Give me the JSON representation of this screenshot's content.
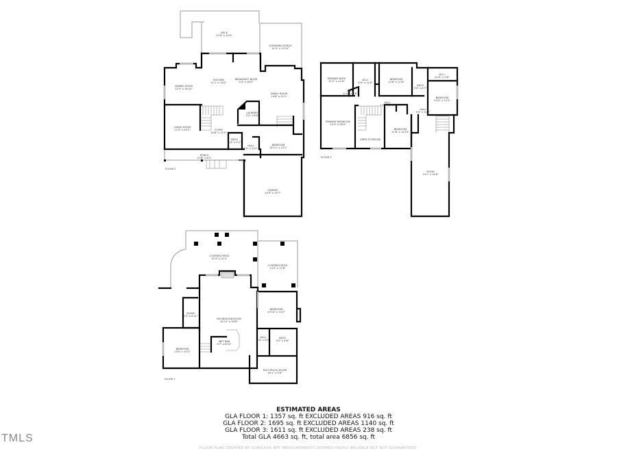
{
  "floor_plans": [
    {
      "floor_label": "FLOOR 2",
      "rooms": [
        {
          "name": "DECK",
          "dims": "27'8\" x 15'0\""
        },
        {
          "name": "SCREENED PORCH",
          "dims": "14'4\" x 15'10\""
        },
        {
          "name": "KITCHEN",
          "dims": "11'1\" x 16'2\""
        },
        {
          "name": "BREAKFAST NOOK",
          "dims": "9'4\" x 16'2\""
        },
        {
          "name": "DINING ROOM",
          "dims": "12'9\" x 14'10\""
        },
        {
          "name": "FAMILY ROOM",
          "dims": "14'8\" x 21'1\""
        },
        {
          "name": "LAUNDRY",
          "dims": "5'2\" x 8'8\""
        },
        {
          "name": "LIVING ROOM",
          "dims": "12'3\" x 15'2\""
        },
        {
          "name": "FOYER",
          "dims": "10'8\" x 15'5\""
        },
        {
          "name": "BATH",
          "dims": "5'4\" x 5'2\""
        },
        {
          "name": "HALL",
          "dims": "3'4\" x 10'1\""
        },
        {
          "name": "BEDROOM",
          "dims": "16'11\" x 13'1\""
        },
        {
          "name": "PORCH",
          "dims": "27'8\" x 6'2\""
        },
        {
          "name": "GARAGE",
          "dims": "20'9\" x 19'7\""
        }
      ]
    },
    {
      "floor_label": "FLOOR 3",
      "rooms": [
        {
          "name": "PRIMARY BATH",
          "dims": "11'2\" x 11'6\""
        },
        {
          "name": "W.I.C",
          "dims": "6'9\" x 11'6\""
        },
        {
          "name": "BATH",
          "dims": "4'10\" x 3'6\""
        },
        {
          "name": "BEDROOM",
          "dims": "12'6\" x 11'6\""
        },
        {
          "name": "BATH",
          "dims": "5'0\" x 8'7\""
        },
        {
          "name": "W.I.C",
          "dims": "8'10\" x 3'8\""
        },
        {
          "name": "BEDROOM",
          "dims": "9'10\" x 12'5\""
        },
        {
          "name": "HALL",
          "dims": "13'7\" x 6'6\""
        },
        {
          "name": "HALL",
          "dims": "3'9\" x 10'2\""
        },
        {
          "name": "PRIMARY BEDROOM",
          "dims": "12'9\" x 18'9\""
        },
        {
          "name": "OPEN TO BELOW",
          "dims": ""
        },
        {
          "name": "BEDROOM",
          "dims": "11'6\" x 14'10\""
        },
        {
          "name": "ROOM",
          "dims": "13'1\" x 32'8\""
        }
      ]
    },
    {
      "floor_label": "FLOOR 1",
      "rooms": [
        {
          "name": "COVERED PATIO",
          "dims": "31'4\" x 21'2\""
        },
        {
          "name": "COVERED PATIO",
          "dims": "14'3\" x 17'8\""
        },
        {
          "name": "ROOM",
          "dims": "5'3\" x 9'11\""
        },
        {
          "name": "RECREATION ROOM",
          "dims": "20'11\" x 33'8\""
        },
        {
          "name": "BEDROOM",
          "dims": "13'10\" x 13'2\""
        },
        {
          "name": "WET BAR",
          "dims": "9'7\" x 8'10\""
        },
        {
          "name": "HALL",
          "dims": "4'4\" x 6'4\""
        },
        {
          "name": "BATH",
          "dims": "9'2\" x 5'8\""
        },
        {
          "name": "BEDROOM",
          "dims": "13'0\" x 15'3\""
        },
        {
          "name": "ELECTRICAL ROOM",
          "dims": "16'1\" x 5'8\""
        }
      ]
    }
  ],
  "estimated_areas": {
    "heading": "ESTIMATED AREAS",
    "lines": [
      "GLA FLOOR 1: 1357 sq. ft EXCLUDED AREAS 916 sq. ft",
      "GLA FLOOR 2: 1695 sq. ft EXCLUDED AREAS 1140 sq. ft",
      "GLA FLOOR 3: 1611 sq. ft EXCLUDED AREAS 238 sq. ft",
      "Total GLA 4663 sq. ft, total area 6856 sq. ft"
    ]
  },
  "footer": "FLOOR PLAN CREATED BY CUBICASA APP. MEASUREMENTS DEEMED HIGHLY RELIABLE BUT NOT GUARANTEED.",
  "logo": "TMLS"
}
